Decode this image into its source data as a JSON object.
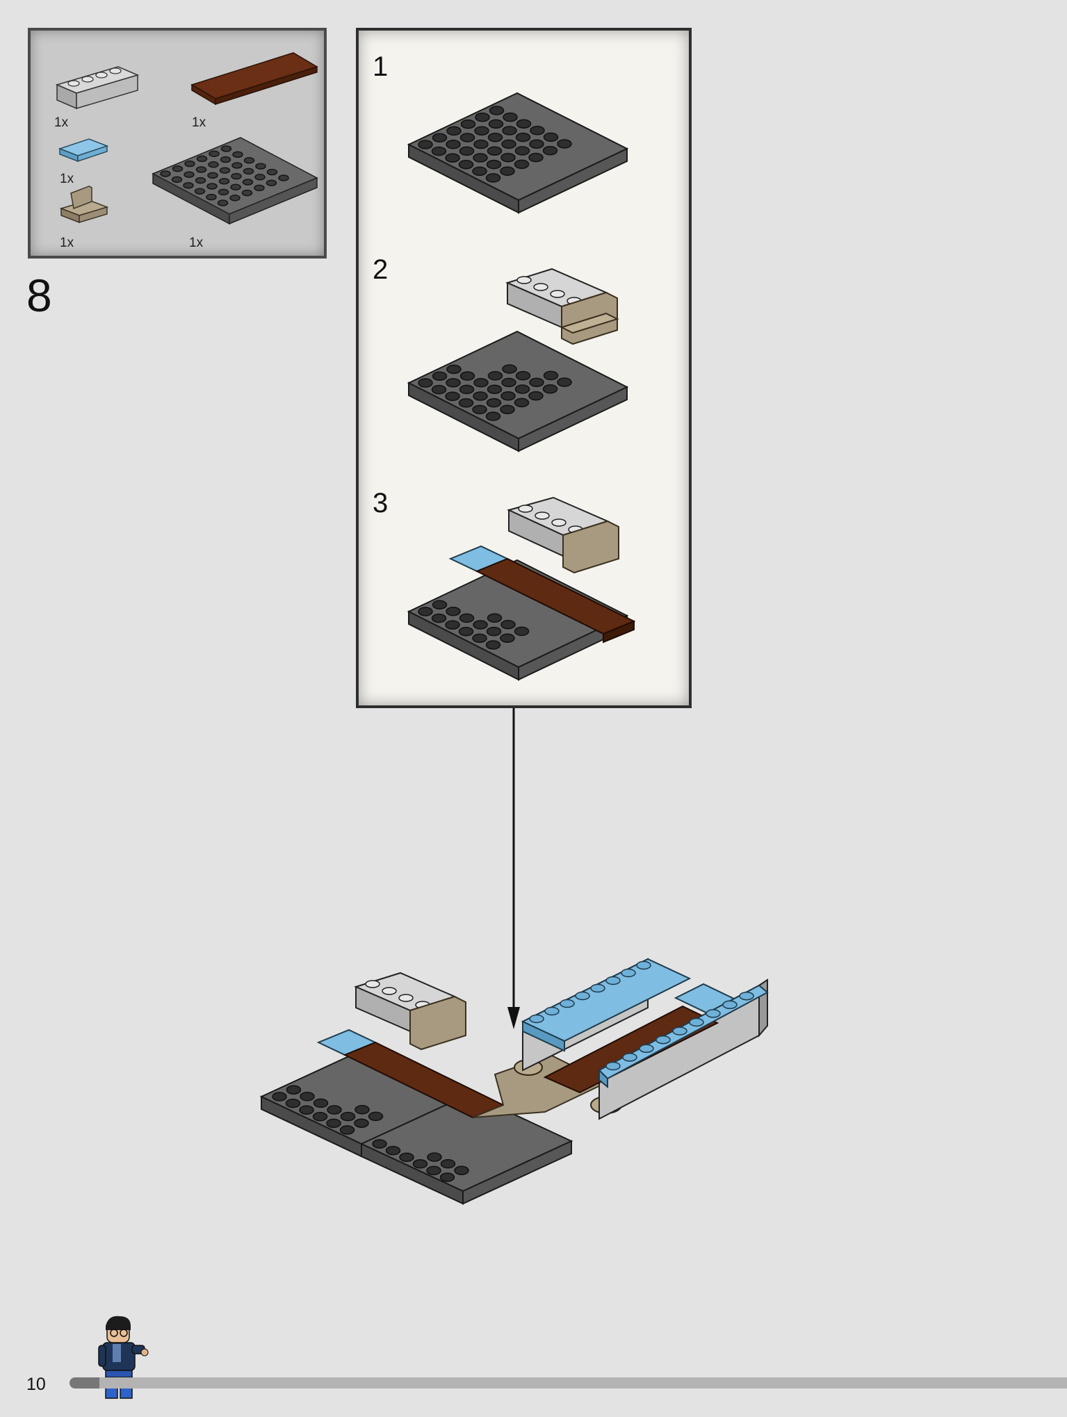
{
  "step": {
    "number": "8"
  },
  "parts": [
    {
      "name": "light-gray-brick-modified",
      "qty": "1x"
    },
    {
      "name": "reddish-brown-tile",
      "qty": "1x"
    },
    {
      "name": "medium-azure-tile",
      "qty": "1x"
    },
    {
      "name": "dark-tan-panel",
      "qty": "1x"
    },
    {
      "name": "dark-gray-plate",
      "qty": "1x"
    }
  ],
  "substeps": [
    {
      "label": "1"
    },
    {
      "label": "2"
    },
    {
      "label": "3"
    }
  ],
  "footer": {
    "page_number": "10",
    "progress": 0.03
  },
  "colors": {
    "background": "#e3e3e3",
    "plate_dark_gray": "#5d5d5d",
    "light_gray": "#c4c4c4",
    "reddish_brown": "#5e2a12",
    "dark_tan": "#a89a80",
    "medium_azure": "#79b8de"
  }
}
